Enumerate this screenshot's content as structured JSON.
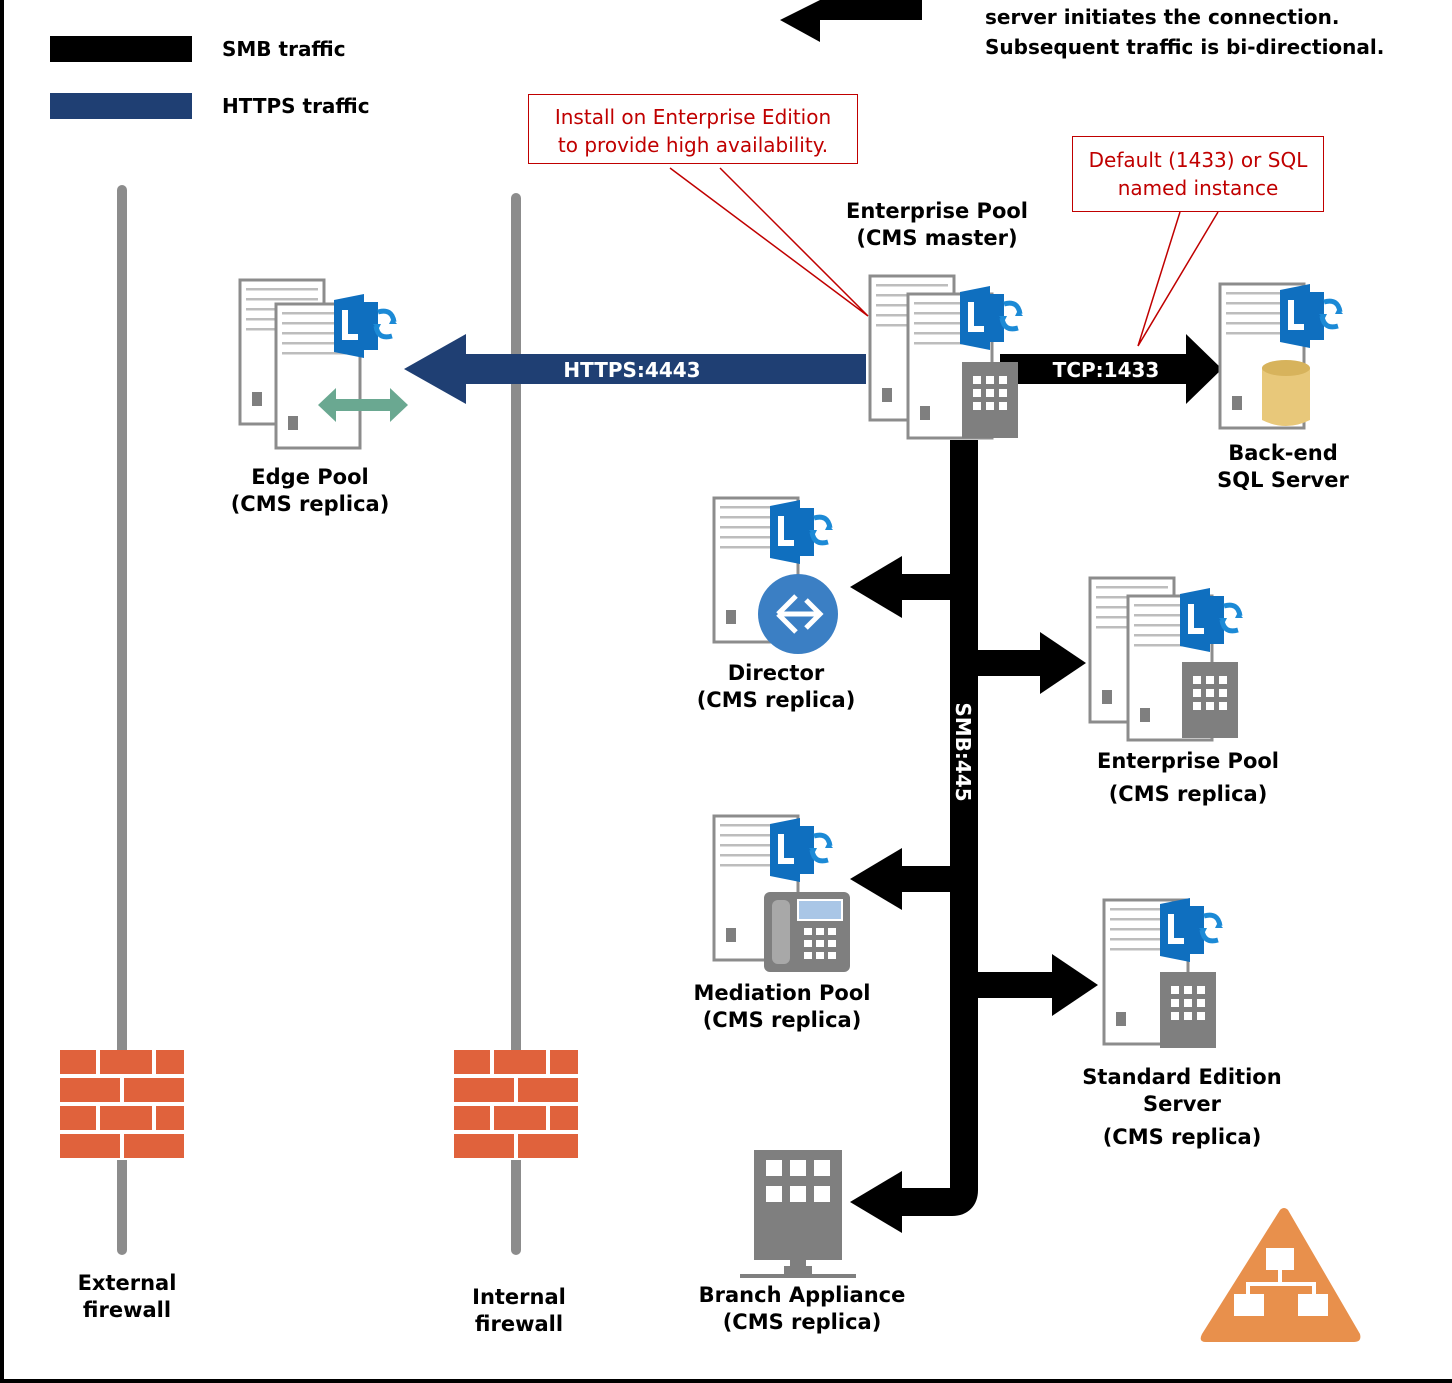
{
  "legend": {
    "smb_label": "SMB traffic",
    "https_label": "HTTPS traffic",
    "note_line1": "server initiates the connection.",
    "note_line2": "Subsequent traffic is bi-directional."
  },
  "callouts": {
    "enterprise_edition_line1": "Install on Enterprise Edition",
    "enterprise_edition_line2": "to provide high availability.",
    "sql_instance_line1": "Default (1433) or SQL",
    "sql_instance_line2": "named instance"
  },
  "connections": {
    "https": "HTTPS:4443",
    "tcp": "TCP:1433",
    "smb": "SMB:445"
  },
  "nodes": {
    "enterprise_master": [
      "Enterprise Pool",
      "(CMS master)"
    ],
    "edge_pool": [
      "Edge Pool",
      "(CMS replica)"
    ],
    "backend_sql": [
      "Back-end",
      "SQL Server"
    ],
    "director": [
      "Director",
      "(CMS replica)"
    ],
    "enterprise_replica": [
      "Enterprise Pool",
      "(CMS replica)"
    ],
    "mediation_pool": [
      "Mediation Pool",
      "(CMS replica)"
    ],
    "standard_edition": [
      "Standard Edition",
      "Server",
      "(CMS replica)"
    ],
    "branch_appliance": [
      "Branch Appliance",
      "(CMS replica)"
    ],
    "external_firewall": [
      "External",
      "firewall"
    ],
    "internal_firewall": [
      "Internal",
      "firewall"
    ]
  },
  "colors": {
    "smb": "#000000",
    "https": "#1f3f73",
    "callout": "#c00000",
    "lync_blue": "#0f6fbf",
    "firewall": "#e0623c",
    "server_gray": "#7f7f7f",
    "database": "#e8c87a",
    "edge_arrow": "#6aa891",
    "director_blue": "#3b7fc4",
    "topology_orange": "#e8904c"
  },
  "icons": [
    "lync-icon",
    "server-icon",
    "building-icon",
    "database-icon",
    "firewall-icon",
    "phone-icon",
    "director-icon",
    "topology-icon"
  ]
}
